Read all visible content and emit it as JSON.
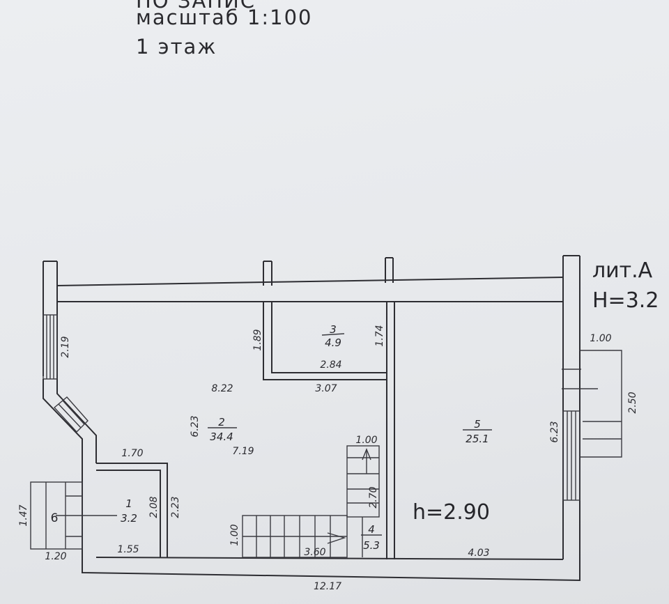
{
  "header": {
    "line0": "ПО ЗАПИС",
    "line1": "масштаб 1:100",
    "line2": "1 этаж"
  },
  "litera": {
    "name": "лит.А",
    "height": "H=3.2"
  },
  "rooms": [
    {
      "num": "1",
      "area": "3.2"
    },
    {
      "num": "2",
      "area": "34.4"
    },
    {
      "num": "3",
      "area": "4.9"
    },
    {
      "num": "4",
      "area": "5.3"
    },
    {
      "num": "5",
      "area": "25.1"
    }
  ],
  "ceiling_height": "h=2.90",
  "porch_mark": "6",
  "dimensions": {
    "d_2_19": "2.19",
    "d_1_89": "1.89",
    "d_1_74": "1.74",
    "d_2_84": "2.84",
    "d_3_07": "3.07",
    "d_8_22": "8.22",
    "d_6_23_left": "6.23",
    "d_7_19": "7.19",
    "d_1_70": "1.70",
    "d_2_08": "2.08",
    "d_2_23": "2.23",
    "d_1_55": "1.55",
    "d_1_47": "1.47",
    "d_1_20": "1.20",
    "d_1_00_stair_top": "1.00",
    "d_2_70": "2.70",
    "d_1_00_stair_left": "1.00",
    "d_3_60": "3.60",
    "d_4_03": "4.03",
    "d_12_17": "12.17",
    "d_6_23_right": "6.23",
    "d_1_00_porch": "1.00",
    "d_2_50": "2.50"
  }
}
